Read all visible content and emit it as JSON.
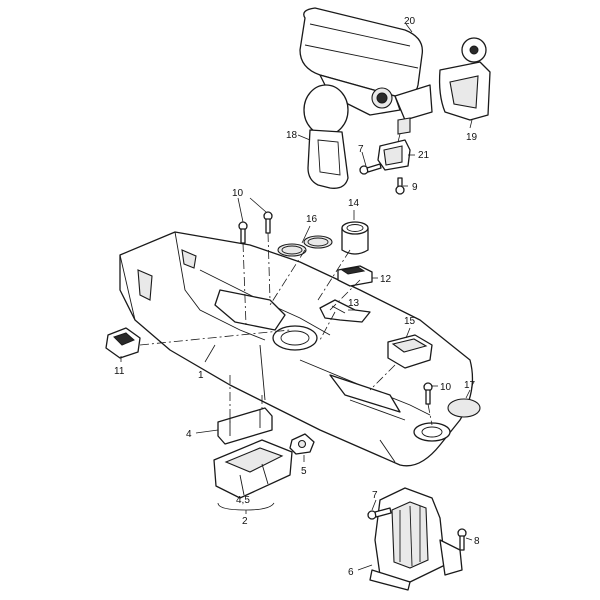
{
  "callouts": {
    "c1": "1",
    "c2": "2",
    "c4": "4",
    "c45": "4,5",
    "c5": "5",
    "c6": "6",
    "c7a": "7",
    "c7b": "7",
    "c8": "8",
    "c9": "9",
    "c10a": "10",
    "c10b": "10",
    "c11": "11",
    "c12": "12",
    "c13": "13",
    "c14": "14",
    "c15": "15",
    "c16": "16",
    "c17": "17",
    "c18": "18",
    "c19": "19",
    "c20": "20",
    "c21": "21"
  }
}
